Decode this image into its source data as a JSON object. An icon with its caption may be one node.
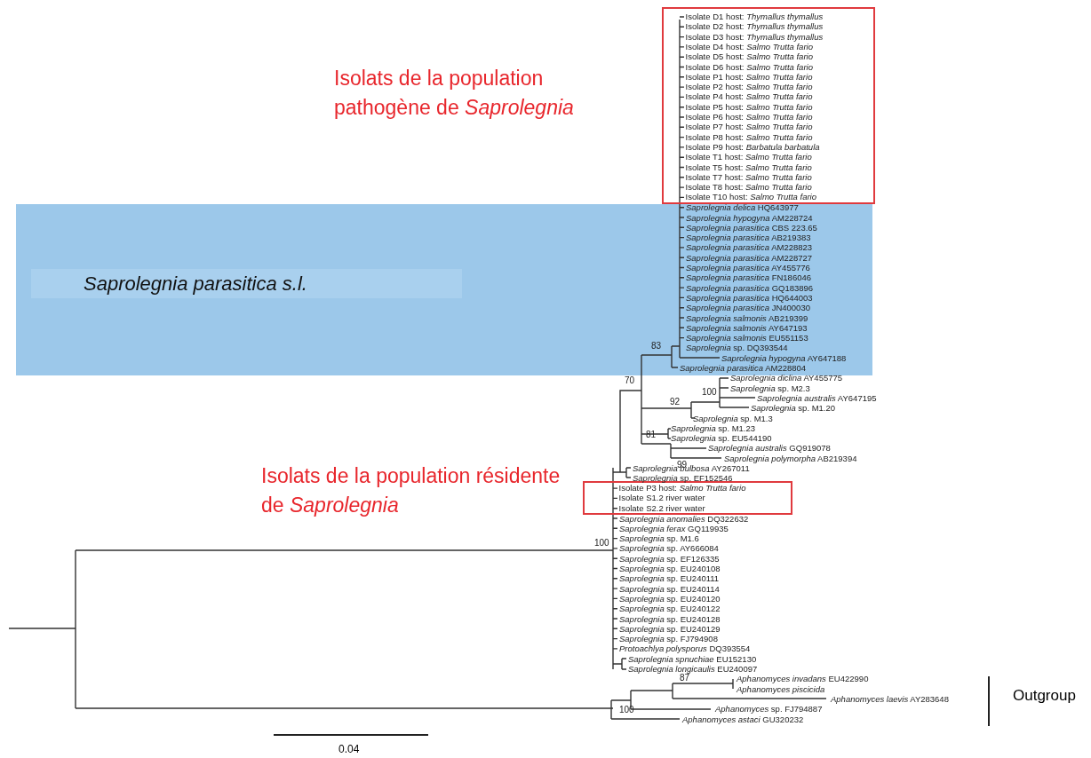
{
  "diagram": {
    "nodes": [
      {
        "text": [
          "Isolate D1 host: *Thymallus thymallus*",
          "Isolate D2 host: *Thymallus thymallus*",
          "Isolate D3 host: *Thymallus thymallus*",
          "Isolate D4 host: *Salmo Trutta fario*",
          "Isolate D5 host: *Salmo Trutta fario*",
          "Isolate D6 host: *Salmo Trutta fario*",
          "Isolate P1 host: *Salmo Trutta fario*",
          "Isolate P2 host: *Salmo Trutta fario*",
          "Isolate P4 host: *Salmo Trutta fario*",
          "Isolate P5 host: *Salmo Trutta fario*",
          "Isolate P6 host: *Salmo Trutta fario*",
          "Isolate P7 host: *Salmo Trutta fario*",
          "Isolate P8 host: *Salmo Trutta fario*",
          "Isolate P9 host: *Barbatula barbatula*",
          "Isolate T1 host: *Salmo Trutta fario*",
          "Isolate T5 host: *Salmo Trutta fario*",
          "Isolate T7 host: *Salmo Trutta fario*",
          "Isolate T8 host: *Salmo Trutta fario*",
          "Isolate T10 host: *Salmo Trutta fario*"
        ]
      },
      {
        "text": [
          "Saprolegnia parasitica s.l.",
          "*Saprolegnia delica* HQ643977",
          "*Saprolegnia hypogyna* AM228724",
          "*Saprolegnia parasitica* CBS 223.65",
          "*Saprolegnia parasitica* AB219383",
          "*Saprolegnia parasitica* AM228823",
          "*Saprolegnia parasitica* AM228727",
          "*Saprolegnia parasitica* AY455776",
          "*Saprolegnia parasitica* FN186046",
          "*Saprolegnia parasitica* GQ183896",
          "*Saprolegnia parasitica* HQ644003",
          "*Saprolegnia parasitica* JN400030",
          "*Saprolegnia salmonis* AB219399",
          "*Saprolegnia salmonis* AY647193",
          "*Saprolegnia salmonis* EU551153",
          "*Saprolegnia* sp. DQ393544",
          "*Saprolegnia hypogyna* AY647188",
          "*Saprolegnia parasitica* AM228804"
        ]
      },
      {
        "text": [
          "Isolate P3 host: *Salmo Trutta fario*",
          "Isolate S1.2 river water",
          "Isolate S2.2 river water"
        ]
      }
    ],
    "labels": [
      "Isolats de la population pathogène de *Saprolegnia*",
      "*Saprolegnia diclina* AY455775",
      "*Saprolegnia* sp. M2.3",
      "*Saprolegnia australis* AY647195",
      "*Saprolegnia* sp. M1.20",
      "*Saprolegnia* sp. M1.3",
      "*Saprolegnia* sp. M1.23",
      "*Saprolegnia* sp. EU544190",
      "*Saprolegnia australis* GQ919078",
      "*Saprolegnia polymorpha* AB219394",
      "*Saprolegnia bulbosa* AY267011",
      "*Saprolegnia* sp. EF152546",
      "Isolats de la population résidente de *Saprolegnia*",
      "*Saprolegnia anomalies* DQ322632",
      "*Saprolegnia ferax* GQ119935",
      "*Saprolegnia* sp. M1.6",
      "*Saprolegnia* sp. AY666084",
      "*Saprolegnia* sp. EF126335",
      "*Saprolegnia* sp. EU240108",
      "*Saprolegnia* sp. EU240111",
      "*Saprolegnia* sp. EU240114",
      "*Saprolegnia* sp. EU240120",
      "*Saprolegnia* sp. EU240122",
      "*Saprolegnia* sp. EU240128",
      "*Saprolegnia* sp. EU240129",
      "*Saprolegnia* sp. FJ794908",
      "*Protoachlya polysporus* DQ393554",
      "*Saprolegnia spnuchiae* EU152130",
      "*Saprolegnia longicaulis* EU240097",
      "*Aphanomyces invadans* EU422990",
      "*Aphanomyces piscicida*",
      "*Aphanomyces laevis* AY283648",
      "*Aphanomyces* sp. FJ794887",
      "*Aphanomyces astaci* GU320232",
      "83",
      "70",
      "100",
      "92",
      "81",
      "99",
      "100",
      "87",
      "100",
      "Outgroup",
      "0.04"
    ]
  }
}
